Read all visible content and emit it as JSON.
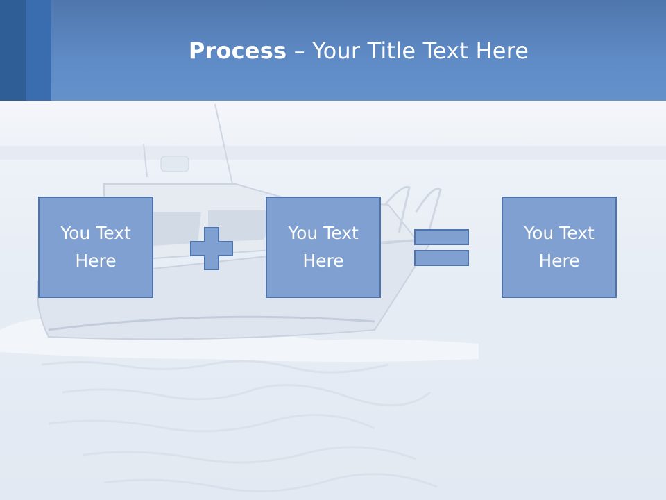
{
  "slide": {
    "title_bold": "Process",
    "title_rest": " – Your Title Text Here"
  },
  "process": {
    "steps": [
      {
        "label": "You Text Here"
      },
      {
        "label": "You Text Here"
      },
      {
        "label": "You Text Here"
      }
    ]
  },
  "colors": {
    "header": "#5f8bc6",
    "header_accent_dark": "#2f5d96",
    "header_accent": "#3a6cb0",
    "box_fill": "#7fa0d0",
    "box_border": "#4e74ad"
  },
  "icons": [
    "plus-icon",
    "equals-icon"
  ]
}
